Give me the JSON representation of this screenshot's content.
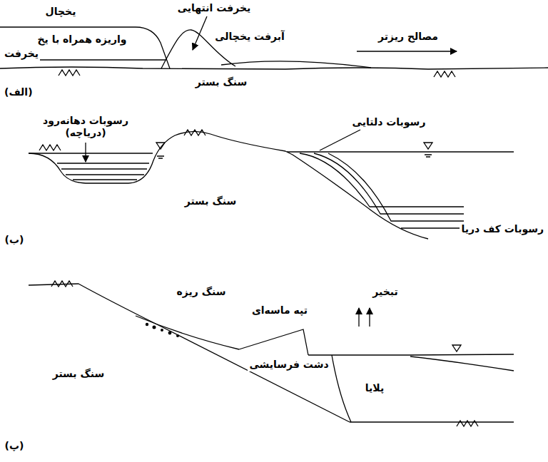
{
  "diagram": {
    "labels": [
      "یخچال",
      "یخرفت انتهایی",
      "واریزه همراه با یخ",
      "یخرفت",
      "آبرفت یخچالی",
      "مصالح ریزتر",
      "سنگ بستر",
      "(الف)",
      "رسوبات دهانه‌رود (دریاچه)",
      "رسوبات دلتایی",
      "سنگ بستر",
      "رسوبات کف دریا",
      "(ب)",
      "سنگ ریزه",
      "تپه ماسه‌ای",
      "تبخیر",
      "سنگ بستر",
      "دشت فرسایشی",
      "پلایا",
      "(پ)"
    ]
  }
}
